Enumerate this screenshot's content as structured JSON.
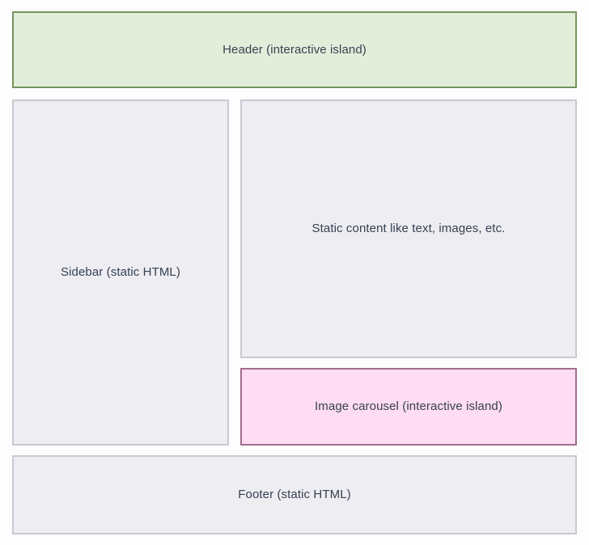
{
  "colors": {
    "page-bg": "#fdfdfd",
    "text": "#374151",
    "header-bg": "#e3eeda",
    "header-border": "#75935f",
    "gray-bg": "#ededf2",
    "gray-border": "#c9c9d1",
    "pink-bg": "#fedcf2",
    "pink-border": "#a16d8f"
  },
  "diagram": {
    "header": {
      "label": "Header (interactive island)"
    },
    "sidebar": {
      "label": "Sidebar (static HTML)"
    },
    "static_content": {
      "label": "Static content like text, images, etc."
    },
    "carousel": {
      "label": "Image carousel (interactive island)"
    },
    "footer": {
      "label": "Footer (static HTML)"
    }
  }
}
